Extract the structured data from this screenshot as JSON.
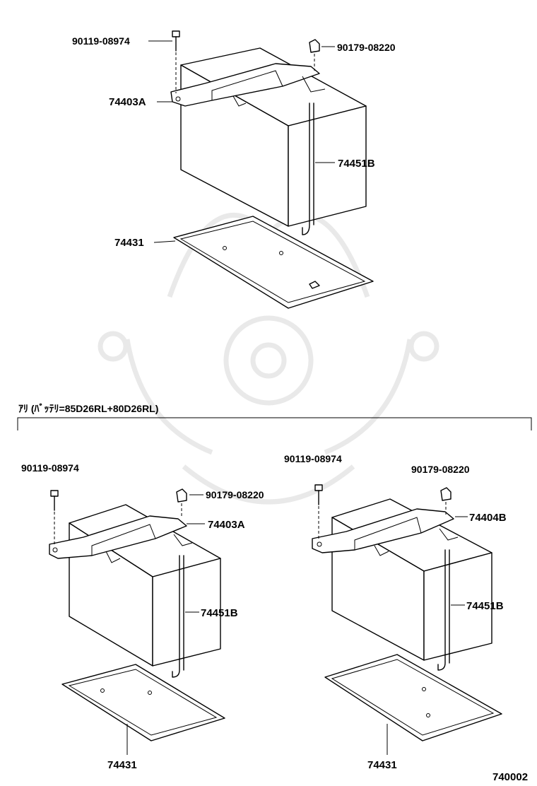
{
  "labels": {
    "top": {
      "bolt": "90119-08974",
      "nut": "90179-08220",
      "clamp": "74403A",
      "rod": "74451B",
      "tray": "74431"
    },
    "group_header": "ｱﾘ (ﾊﾞｯﾃﾘ=85D26RL+80D26RL)",
    "left": {
      "bolt": "90119-08974",
      "nut": "90179-08220",
      "clamp": "74403A",
      "rod": "74451B",
      "tray": "74431"
    },
    "right": {
      "bolt": "90119-08974",
      "nut": "90179-08220",
      "clamp": "74404B",
      "rod": "74451B",
      "tray": "74431"
    },
    "figure_number": "740002"
  }
}
